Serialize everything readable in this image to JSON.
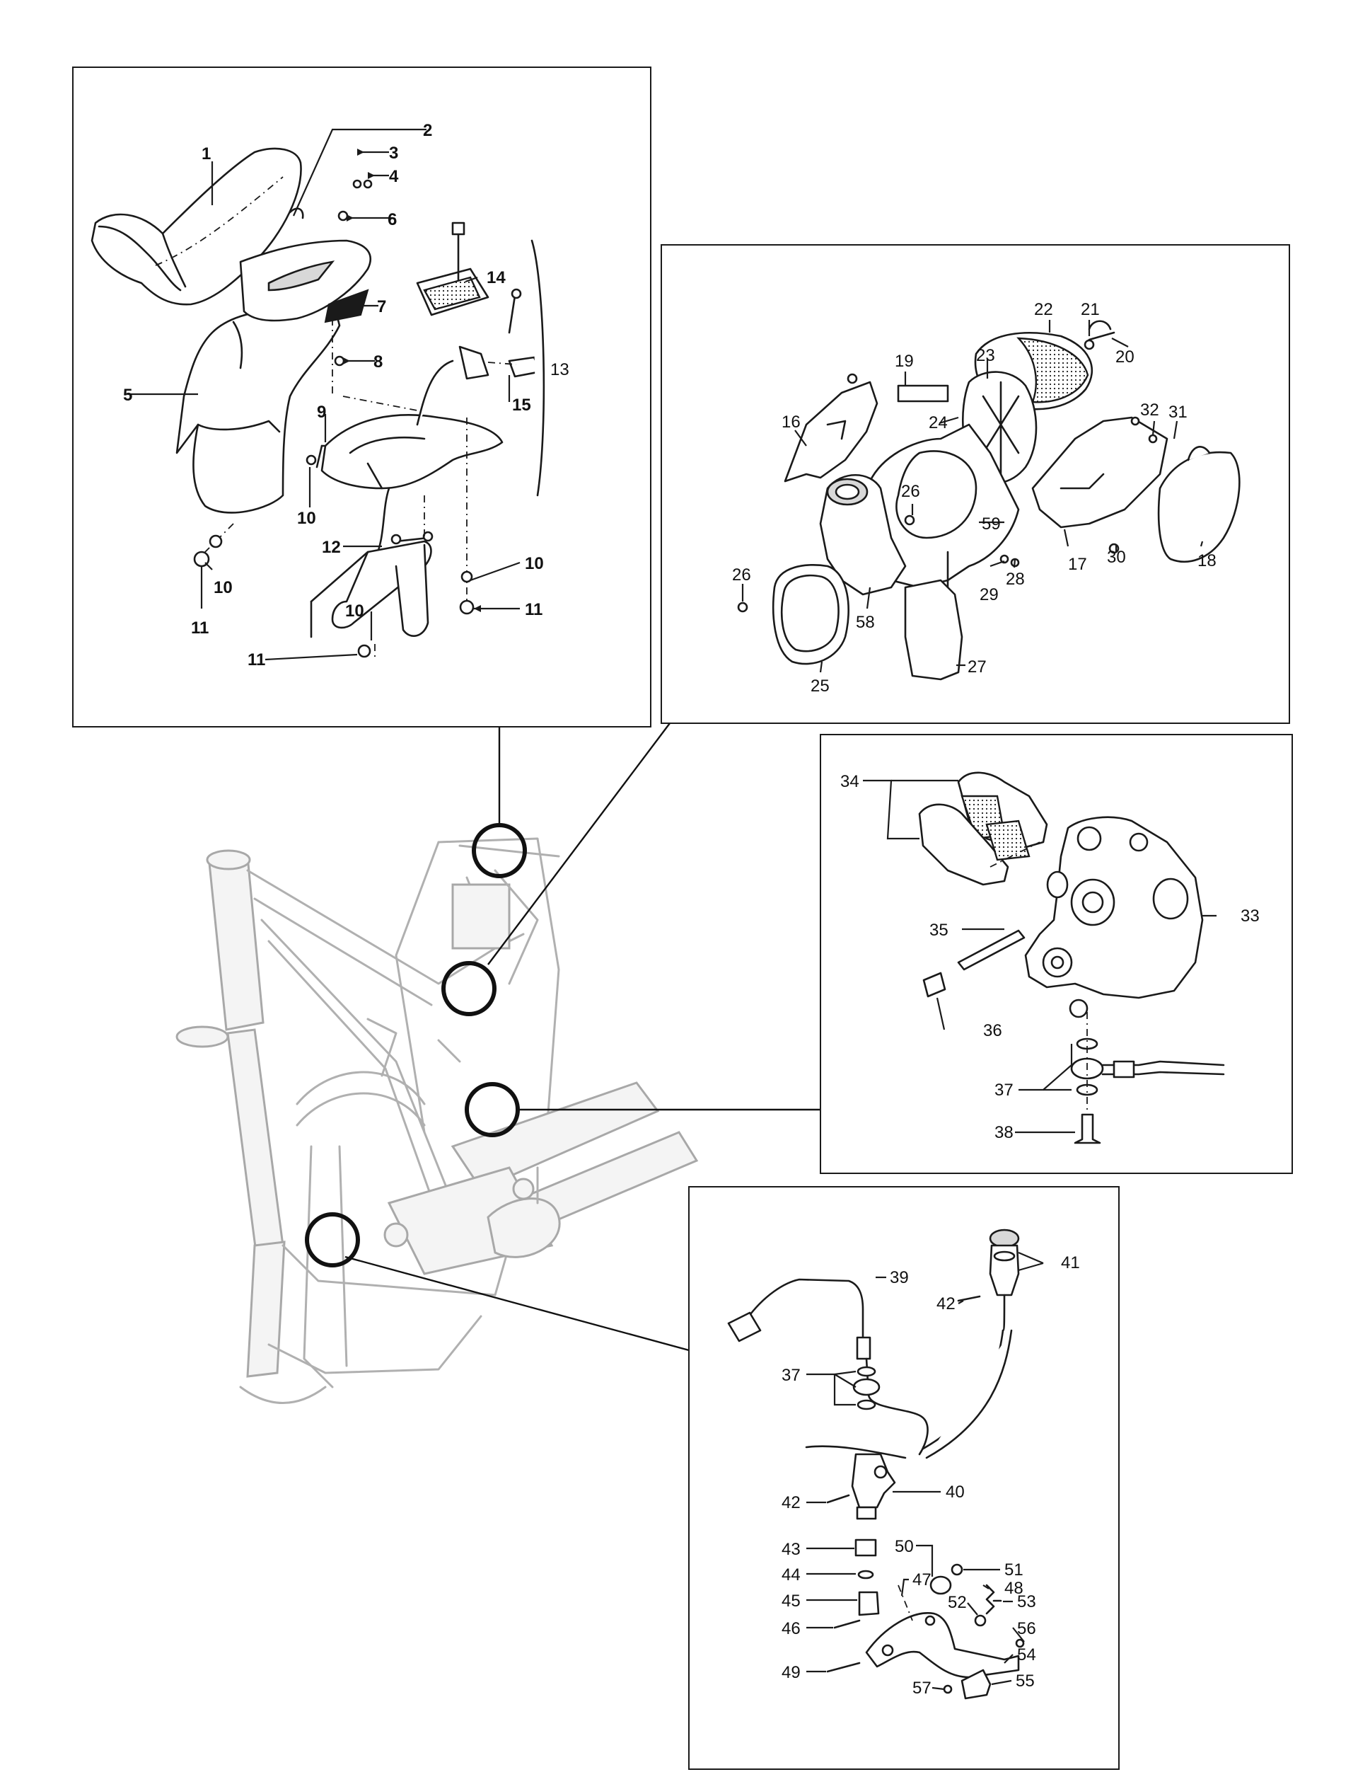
{
  "colors": {
    "ink": "#1a1a1a",
    "frame_gray": "#a8a8a8",
    "background": "#ffffff"
  },
  "panels": {
    "seat_fender": {
      "labels": [
        "1",
        "2",
        "3",
        "4",
        "5",
        "6",
        "7",
        "8",
        "9",
        "10",
        "10",
        "10",
        "10",
        "11",
        "11",
        "11",
        "12",
        "13",
        "14",
        "15"
      ]
    },
    "airbox": {
      "labels": [
        "16",
        "17",
        "18",
        "19",
        "20",
        "21",
        "22",
        "23",
        "24",
        "25",
        "26",
        "26",
        "27",
        "28",
        "29",
        "30",
        "31",
        "32",
        "58",
        "59"
      ]
    },
    "front_brake_caliper": {
      "labels": [
        "33",
        "34",
        "35",
        "36",
        "37",
        "38"
      ]
    },
    "rear_brake": {
      "labels": [
        "37",
        "39",
        "40",
        "41",
        "42",
        "42",
        "43",
        "44",
        "45",
        "46",
        "47",
        "48",
        "49",
        "50",
        "51",
        "52",
        "53",
        "54",
        "55",
        "56",
        "57"
      ]
    }
  }
}
